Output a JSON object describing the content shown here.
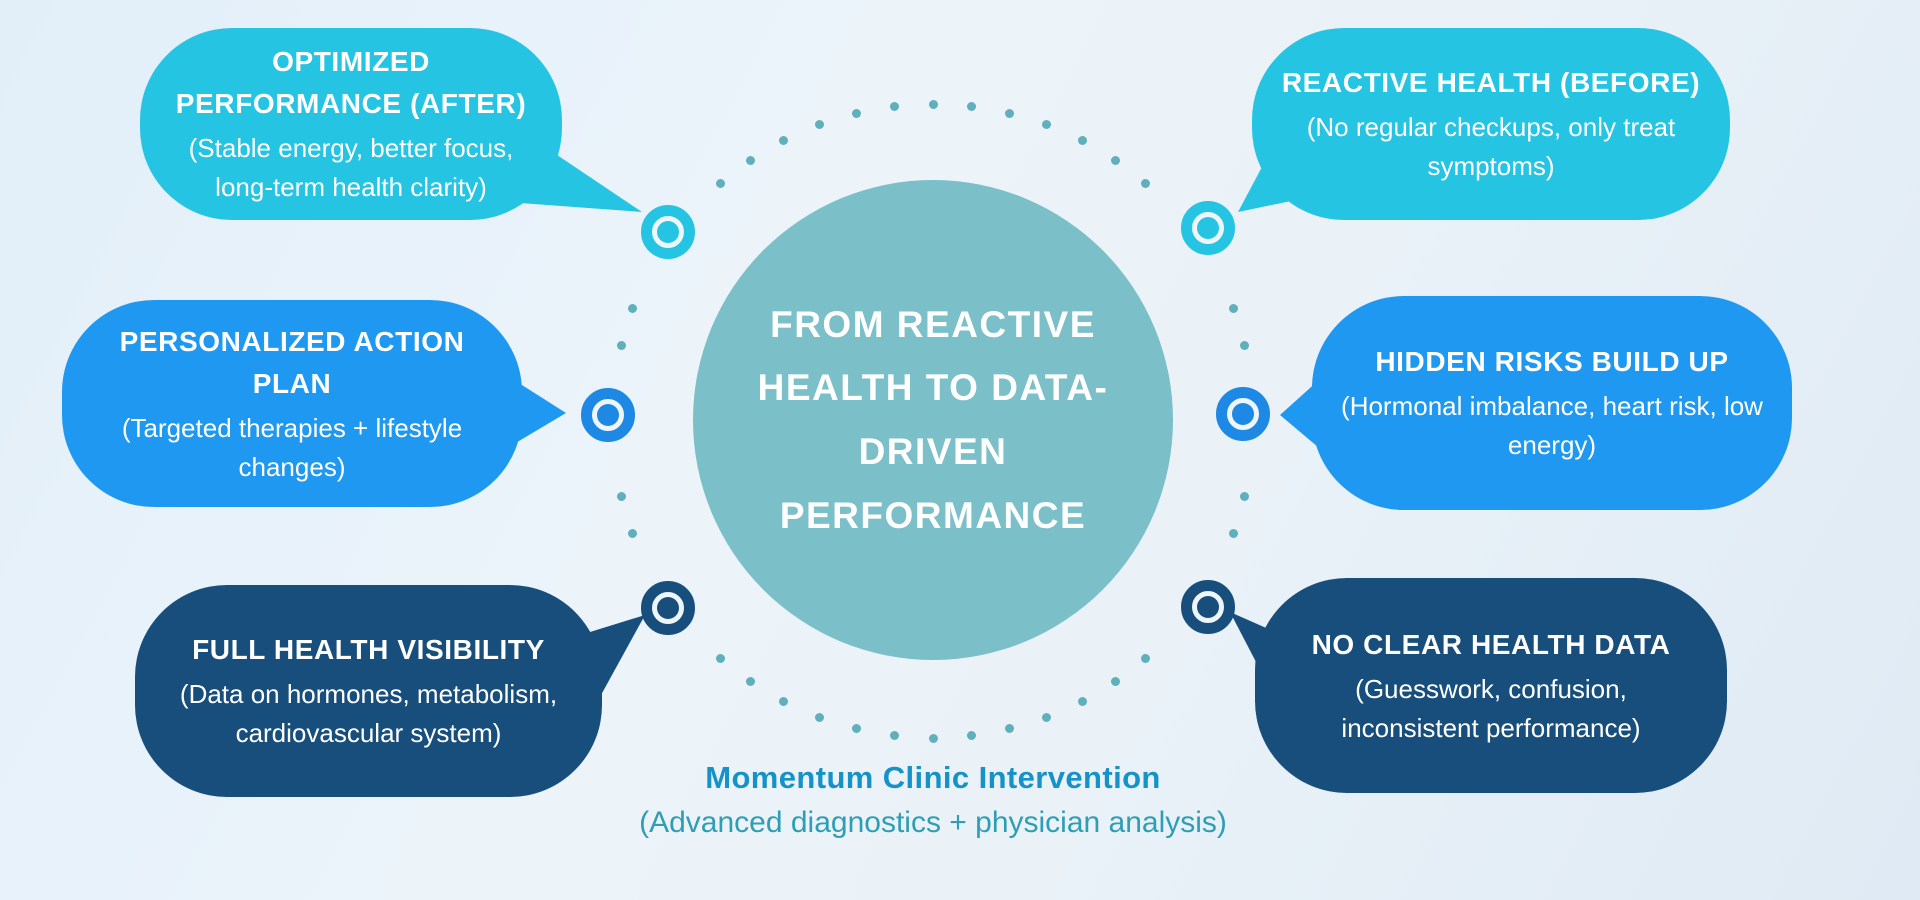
{
  "palette": {
    "cyan": "#26C4E3",
    "blue": "#1E98F0",
    "marker_blue": "#1E88E5",
    "navy": "#174E7C",
    "teal": "#7BBFC9",
    "dot": "#5FAFBC",
    "caption_title": "#1592C8",
    "caption_sub": "#2E9EB4",
    "background": "#E9F2F9",
    "bubble_text": "#FFFFFF"
  },
  "center_circle": {
    "lines": [
      "FROM REACTIVE",
      "HEALTH TO DATA-",
      "DRIVEN",
      "PERFORMANCE"
    ]
  },
  "bubbles": {
    "optimized_performance": {
      "title": "OPTIMIZED PERFORMANCE (AFTER)",
      "subtitle": "(Stable energy, better focus, long-term health clarity)"
    },
    "reactive_health": {
      "title": "REACTIVE HEALTH (BEFORE)",
      "subtitle": "(No regular checkups, only treat symptoms)"
    },
    "personalized_action_plan": {
      "title": "PERSONALIZED ACTION PLAN",
      "subtitle": "(Targeted therapies + lifestyle changes)"
    },
    "hidden_risks": {
      "title": "HIDDEN RISKS BUILD UP",
      "subtitle": "(Hormonal imbalance, heart risk, low energy)"
    },
    "full_health_visibility": {
      "title": "FULL HEALTH VISIBILITY",
      "subtitle": "(Data on hormones, metabolism, cardiovascular system)"
    },
    "no_clear_health_data": {
      "title": "NO CLEAR HEALTH DATA",
      "subtitle": "(Guesswork, confusion, inconsistent performance)"
    }
  },
  "caption": {
    "title": "Momentum Clinic Intervention",
    "subtitle": "(Advanced diagnostics + physician analysis)"
  }
}
